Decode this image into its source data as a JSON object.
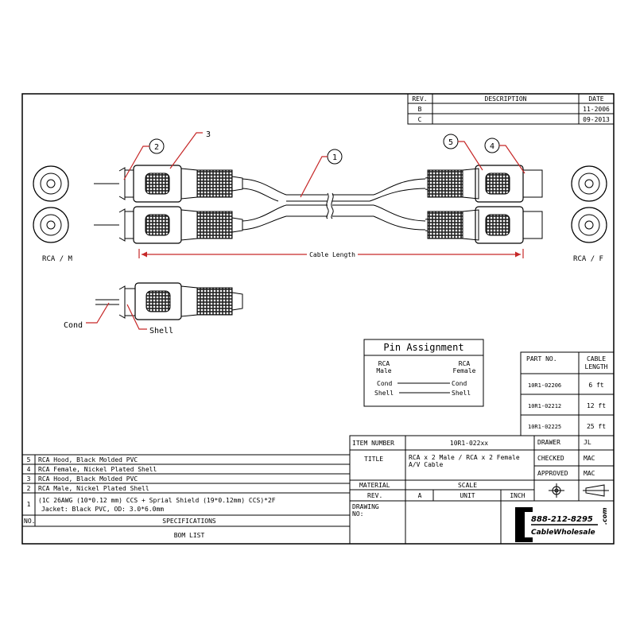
{
  "revision_table": {
    "headers": {
      "rev": "REV.",
      "description": "DESCRIPTION",
      "date": "DATE"
    },
    "rows": [
      {
        "rev": "B",
        "description": "",
        "date": "11-2006"
      },
      {
        "rev": "C",
        "description": "",
        "date": "09-2013"
      }
    ]
  },
  "drawing": {
    "left_label": "RCA / M",
    "right_label": "RCA / F",
    "cable_length_label": "Cable Length",
    "callouts": [
      "1",
      "2",
      "3",
      "4",
      "5"
    ],
    "cond_label": "Cond",
    "shell_label": "Shell"
  },
  "pin_assignment": {
    "title": "Pin Assignment",
    "left_header_1": "RCA",
    "left_header_2": "Male",
    "right_header_1": "RCA",
    "right_header_2": "Female",
    "rows": [
      {
        "left": "Cond",
        "right": "Cond"
      },
      {
        "left": "Shell",
        "right": "Shell"
      }
    ]
  },
  "part_table": {
    "part_no_header": "PART NO.",
    "length_header_1": "CABLE",
    "length_header_2": "LENGTH",
    "rows": [
      {
        "part": "10R1-02206",
        "length": "6 ft"
      },
      {
        "part": "10R1-02212",
        "length": "12 ft"
      },
      {
        "part": "10R1-02225",
        "length": "25 ft"
      }
    ]
  },
  "title_block": {
    "item_number_label": "ITEM NUMBER",
    "item_number": "10R1-022xx",
    "title_label": "TITLE",
    "title_line1": "RCA x 2 Male / RCA x 2 Female",
    "title_line2": "A/V Cable",
    "material_label": "MATERIAL",
    "scale_label": "SCALE",
    "rev_label": "REV.",
    "rev_value": "A",
    "unit_label": "UNIT",
    "unit_value": "INCH",
    "drawing_no_label_1": "DRAWING",
    "drawing_no_label_2": "NO:",
    "drawer_label": "DRAWER",
    "drawer_value": "JL",
    "checked_label": "CHECKED",
    "checked_value": "MAC",
    "approved_label": "APPROVED",
    "approved_value": "MAC"
  },
  "bom": {
    "rows": [
      {
        "no": "5",
        "spec": "RCA Hood, Black Molded PVC"
      },
      {
        "no": "4",
        "spec": "RCA Female, Nickel Plated Shell"
      },
      {
        "no": "3",
        "spec": "RCA Hood, Black Molded PVC"
      },
      {
        "no": "2",
        "spec": "RCA Male, Nickel Plated Shell"
      },
      {
        "no": "1",
        "spec_line1": "(1C 26AWG (10*0.12 mm) CCS + Sprial Shield (19*0.12mm) CCS)*2F",
        "spec_line2": "Jacket: Black PVC, OD: 3.0*6.0mm"
      }
    ],
    "no_header": "NO.",
    "spec_header": "SPECIFICATIONS",
    "footer": "BOM LIST"
  },
  "logo": {
    "phone": "888-212-8295",
    "name": "CableWholesale",
    "suffix": ".com"
  }
}
